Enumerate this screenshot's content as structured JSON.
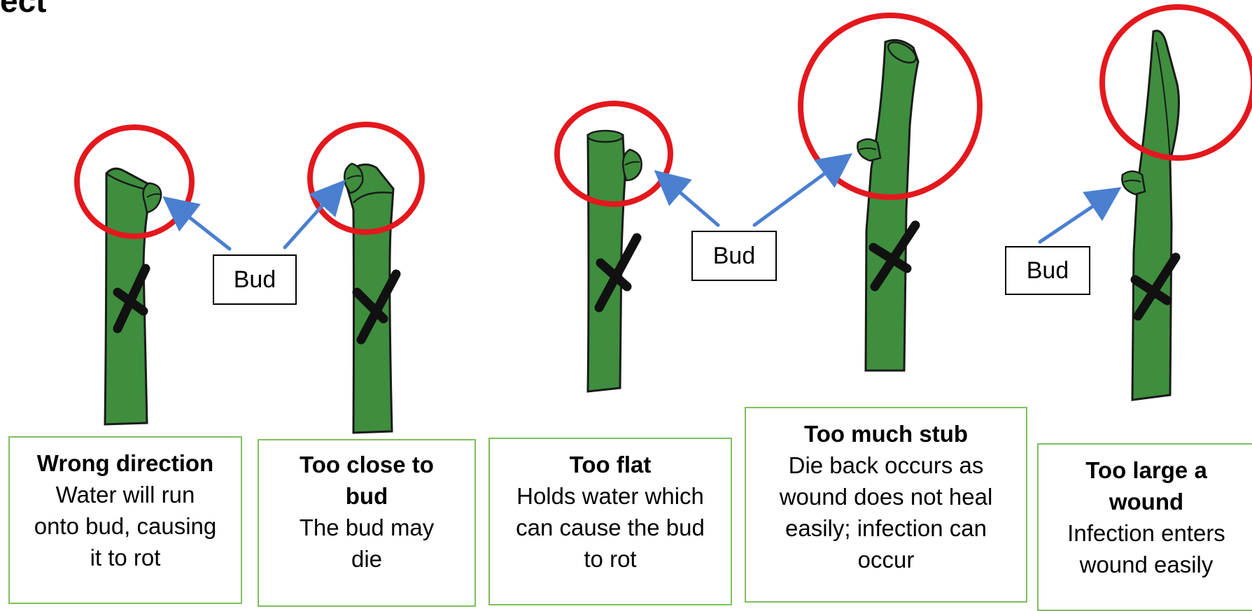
{
  "title": "ect",
  "bud_label": "Bud",
  "colors": {
    "stem": "#3e8e3e",
    "stem_outline": "#1a1a1a",
    "circle": "#e3181d",
    "arrow": "#4a7fd0",
    "caption_border": "#7fbf5f"
  },
  "cuts": [
    {
      "heading": "Wrong direction",
      "description": "Water will run onto bud, causing it to rot"
    },
    {
      "heading": "Too close to bud",
      "description": "The bud may die"
    },
    {
      "heading": "Too flat",
      "description": "Holds water which can cause the bud to rot"
    },
    {
      "heading": "Too much stub",
      "description": "Die back occurs as wound does not heal easily;  infection can occur"
    },
    {
      "heading": "Too large a wound",
      "description": "Infection enters wound easily"
    }
  ]
}
